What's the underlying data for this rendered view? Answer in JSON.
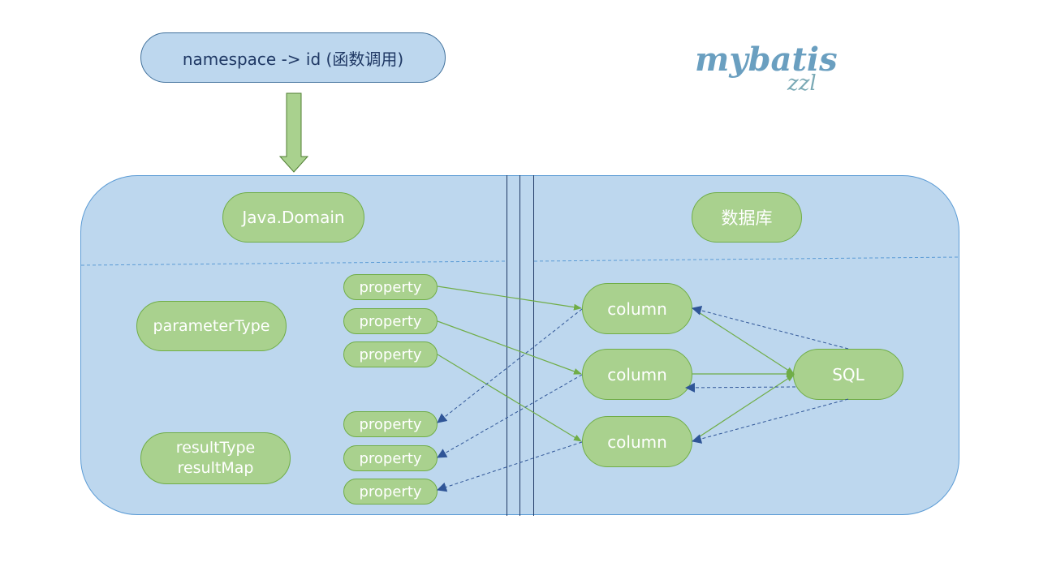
{
  "header": {
    "namespace_label": "namespace -> id (函数调用)"
  },
  "logo": {
    "title": "mybatis",
    "author": "zzl"
  },
  "java_side": {
    "heading": "Java.Domain",
    "parameter_type": "parameterType",
    "result_type": "resultType",
    "result_map": "resultMap",
    "properties": [
      "property",
      "property",
      "property",
      "property",
      "property",
      "property"
    ]
  },
  "db_side": {
    "heading": "数据库",
    "columns": [
      "column",
      "column",
      "column"
    ],
    "sql": "SQL"
  },
  "colors": {
    "green_fill": "#a9d18e",
    "green_border": "#70ad47",
    "blue_fill": "#bdd7ee",
    "dark_blue": "#2f5597"
  }
}
